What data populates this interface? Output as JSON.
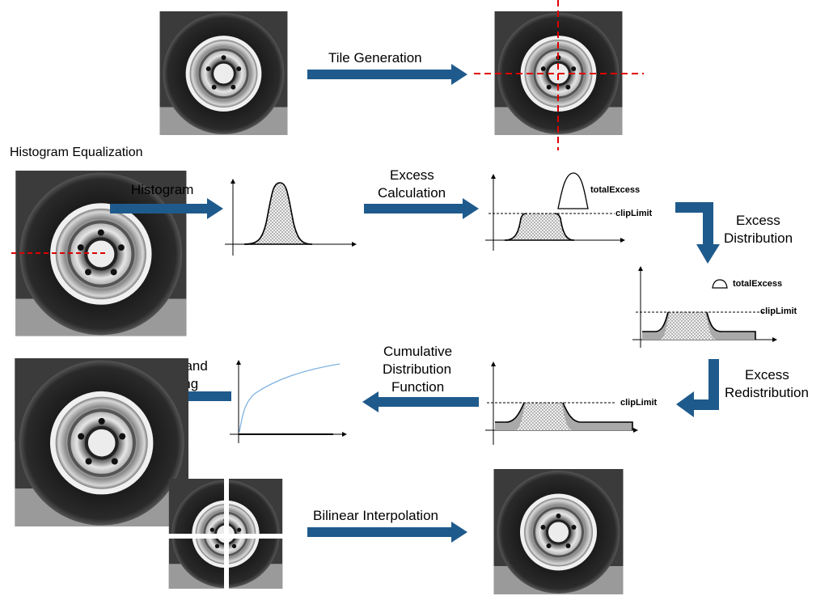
{
  "steps": {
    "tile_generation": "Tile Generation",
    "histogram_equalization": "Histogram Equalization",
    "histogram": "Histogram",
    "excess_calc_1": "Excess",
    "excess_calc_2": "Calculation",
    "excess_dist_1": "Excess",
    "excess_dist_2": "Distribution",
    "excess_redist_1": "Excess",
    "excess_redist_2": "Redistribution",
    "cdf_1": "Cumulative",
    "cdf_2": "Distribution",
    "cdf_3": "Function",
    "scaling_1": "Scaling and",
    "scaling_2": "Mapping",
    "bilinear": "Bilinear Interpolation"
  },
  "annotations": {
    "total_excess_a": "totalExcess",
    "clip_limit_a": "clipLimit",
    "total_excess_b": "totalExcess",
    "clip_limit_b": "clipLimit",
    "clip_limit_c": "clipLimit"
  },
  "colors": {
    "arrow": "#1f5a8c",
    "tile_divider": "#e00000",
    "cdf_curve": "#7fb2e0"
  },
  "icons": [
    "tire-photo",
    "tile-grid",
    "bell-histogram",
    "clipped-histogram",
    "cdf-curve"
  ]
}
